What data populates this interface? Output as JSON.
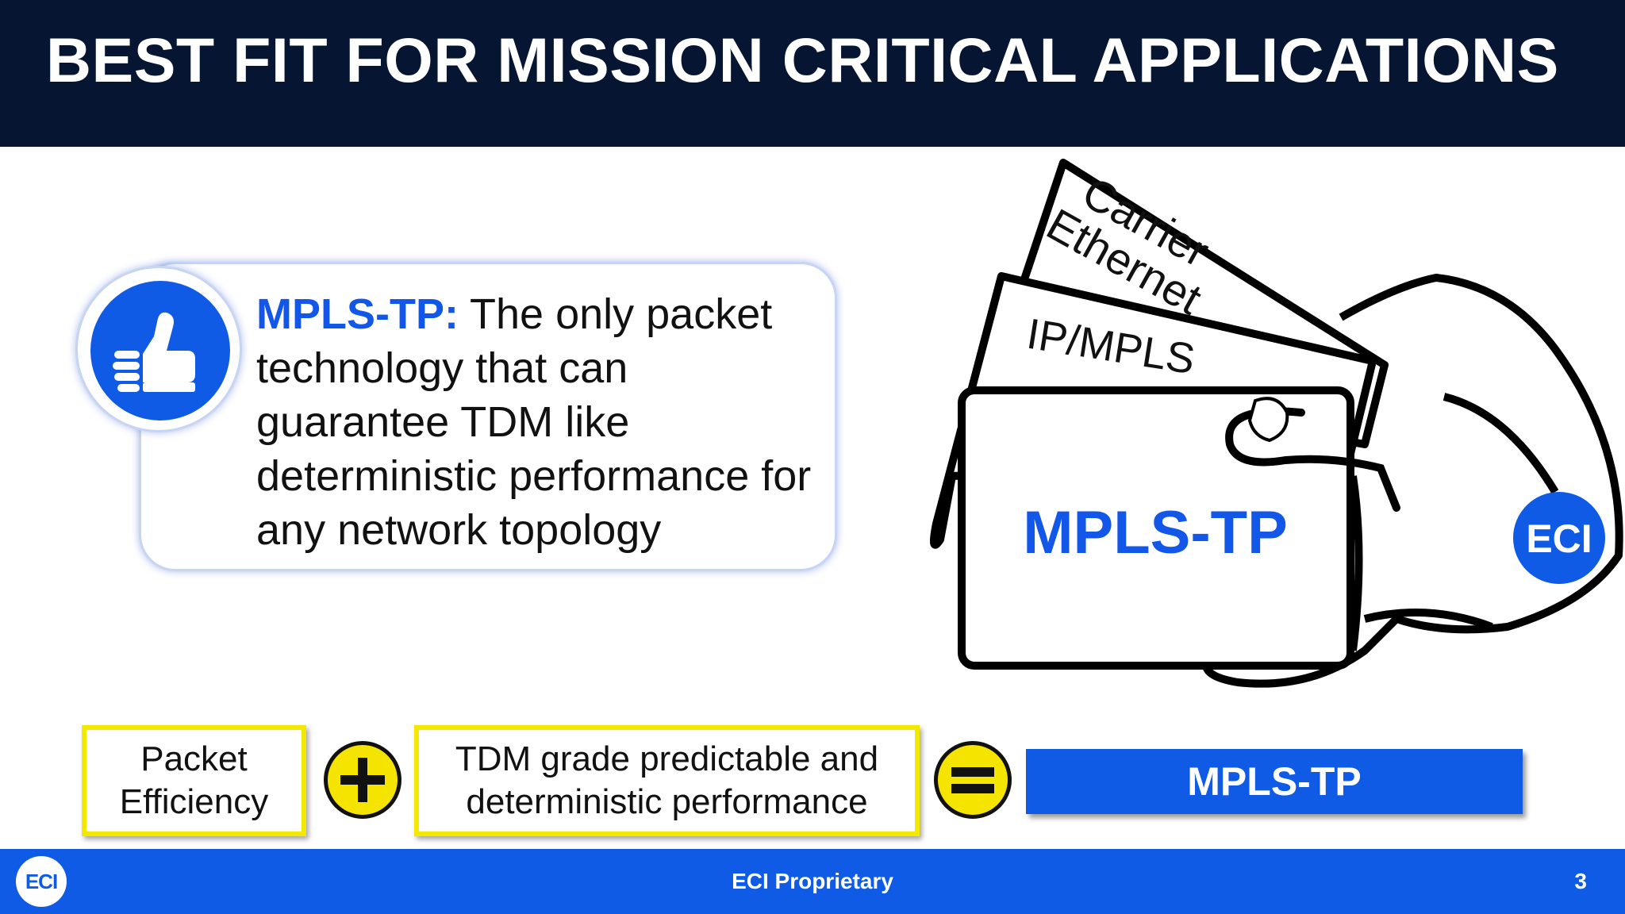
{
  "header": {
    "title": "BEST FIT FOR MISSION CRITICAL APPLICATIONS"
  },
  "callout": {
    "keyword": "MPLS-TP:",
    "text": " The only packet technology that can guarantee TDM like deterministic performance for any network topology"
  },
  "cards": {
    "back_card": "Carrier Ethernet",
    "back_card_line1": "Carrier",
    "back_card_line2": "Ethernet",
    "middle_card": "IP/MPLS",
    "front_card": "MPLS-TP",
    "badge": "ECI"
  },
  "equation": {
    "term1_line1": "Packet",
    "term1_line2": "Efficiency",
    "term2_line1": "TDM grade predictable and",
    "term2_line2": "deterministic performance",
    "result": "MPLS-TP"
  },
  "footer": {
    "logo": "ECI",
    "center": "ECI Proprietary",
    "page": "3"
  },
  "colors": {
    "header_bg": "#061532",
    "accent_blue": "#0f5be6",
    "yellow": "#f2e800"
  }
}
